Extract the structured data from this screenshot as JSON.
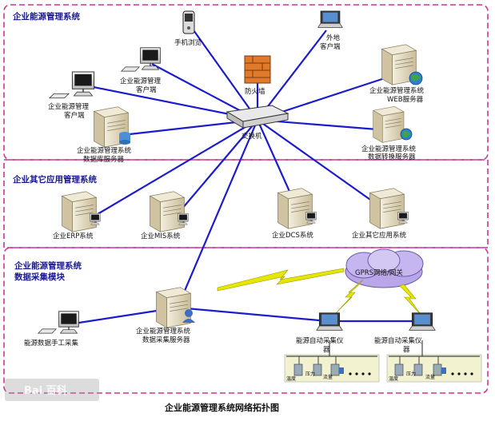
{
  "sections": {
    "top": "企业能源管理系统",
    "middle": "企业其它应用管理系统",
    "bottom_line1": "企业能源管理系统",
    "bottom_line2": "数据采集模块"
  },
  "nodes": {
    "mobile": "手机浏览",
    "remote_line1": "外地",
    "remote_line2": "客户端",
    "firewall": "防火墙",
    "client_a_line1": "企业能源管理",
    "client_a_line2": "客户端",
    "client_b_line1": "企业能源管理",
    "client_b_line2": "客户端",
    "db_line1": "企业能源管理系统",
    "db_line2": "数据库服务器",
    "switch": "交换机",
    "web_line1": "企业能源管理系统",
    "web_line2": "WEB服务器",
    "conv_line1": "企业能源管理系统",
    "conv_line2": "数据转换服务器",
    "erp": "企业ERP系统",
    "mis": "企业MIS系统",
    "dcs": "企业DCS系统",
    "other": "企业其它应用系统",
    "gprs": "GPRS网络/网关",
    "manual": "能源数据手工采集",
    "acq_line1": "企业能源管理系统",
    "acq_line2": "数据采集服务器",
    "auto1_line1": "能源自动采集仪",
    "auto1_line2": "器",
    "auto2_line1": "能源自动采集仪",
    "auto2_line2": "器",
    "sensor_temp": "温度",
    "sensor_press": "压力",
    "sensor_flow": "流量"
  },
  "footer": "企业能源管理系统网络拓扑图",
  "watermark": "Bai 百科",
  "colors": {
    "frame": "#cc3399",
    "link": "#1c1ccc",
    "lightning": "#e6e600",
    "server": "#d9cfb4"
  }
}
